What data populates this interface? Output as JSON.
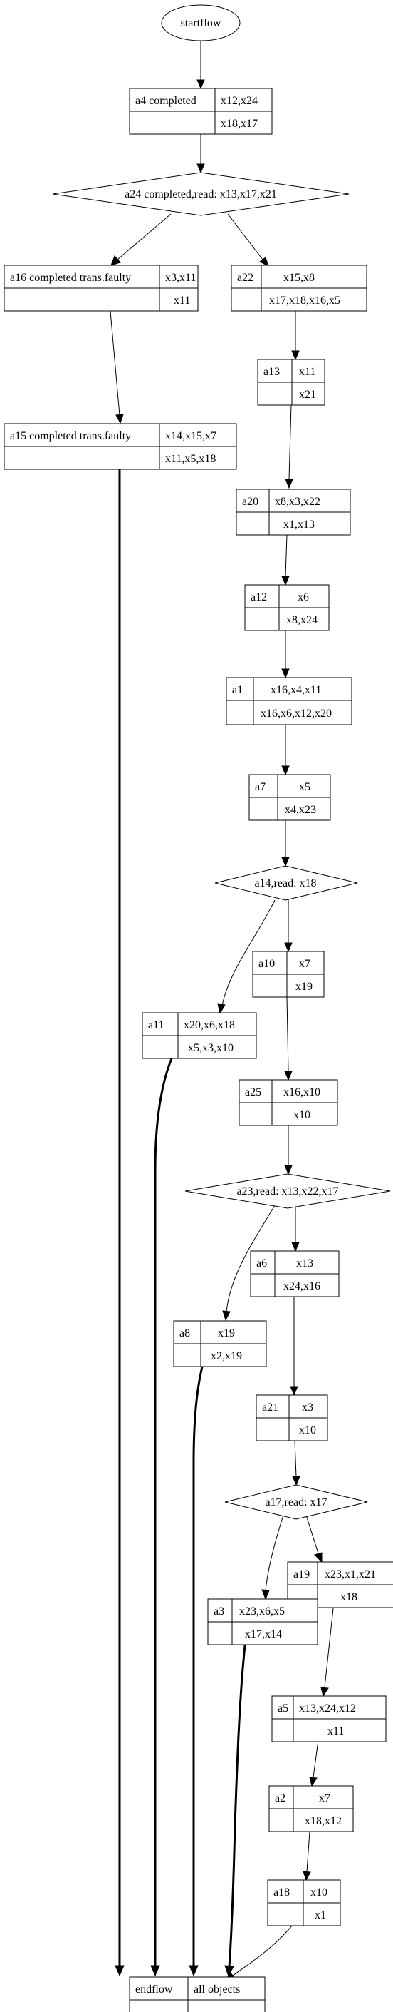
{
  "nodes": {
    "start": {
      "label": "startflow"
    },
    "a4": {
      "name": "a4 completed",
      "top": "x12,x24",
      "bottom": "x18,x17"
    },
    "a24": {
      "label": "a24 completed,read: x13,x17,x21"
    },
    "a16": {
      "name": "a16 completed trans.faulty",
      "top": "x3,x11",
      "bottom": "x11"
    },
    "a22": {
      "name": "a22",
      "top": "x15,x8",
      "bottom": "x17,x18,x16,x5"
    },
    "a13": {
      "name": "a13",
      "top": "x11",
      "bottom": "x21"
    },
    "a15": {
      "name": "a15 completed trans.faulty",
      "top": "x14,x15,x7",
      "bottom": "x11,x5,x18"
    },
    "a20": {
      "name": "a20",
      "top": "x8,x3,x22",
      "bottom": "x1,x13"
    },
    "a12": {
      "name": "a12",
      "top": "x6",
      "bottom": "x8,x24"
    },
    "a1": {
      "name": "a1",
      "top": "x16,x4,x11",
      "bottom": "x16,x6,x12,x20"
    },
    "a7": {
      "name": "a7",
      "top": "x5",
      "bottom": "x4,x23"
    },
    "a14": {
      "label": "a14,read: x18"
    },
    "a10": {
      "name": "a10",
      "top": "x7",
      "bottom": "x19"
    },
    "a11": {
      "name": "a11",
      "top": "x20,x6,x18",
      "bottom": "x5,x3,x10"
    },
    "a25": {
      "name": "a25",
      "top": "x16,x10",
      "bottom": "x10"
    },
    "a23": {
      "label": "a23,read: x13,x22,x17"
    },
    "a6": {
      "name": "a6",
      "top": "x13",
      "bottom": "x24,x16"
    },
    "a8": {
      "name": "a8",
      "top": "x19",
      "bottom": "x2,x19"
    },
    "a21": {
      "name": "a21",
      "top": "x3",
      "bottom": "x10"
    },
    "a17": {
      "label": "a17,read: x17"
    },
    "a19": {
      "name": "a19",
      "top": "x23,x1,x21",
      "bottom": "x18"
    },
    "a3": {
      "name": "a3",
      "top": "x23,x6,x5",
      "bottom": "x17,x14"
    },
    "a5": {
      "name": "a5",
      "top": "x13,x24,x12",
      "bottom": "x11"
    },
    "a2": {
      "name": "a2",
      "top": "x7",
      "bottom": "x18,x12"
    },
    "a18": {
      "name": "a18",
      "top": "x10",
      "bottom": "x1"
    },
    "end": {
      "name": "endflow",
      "top": "all objects",
      "bottom": ""
    }
  }
}
